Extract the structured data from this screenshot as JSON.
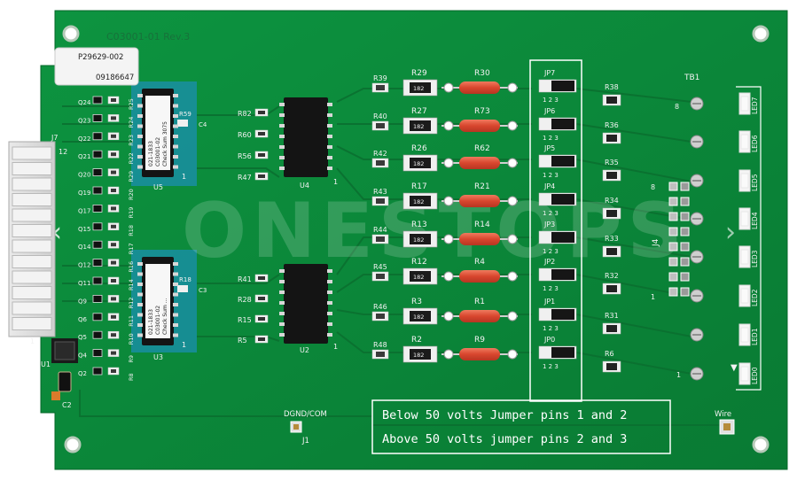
{
  "board": {
    "revision": "C03001-01 Rev.3",
    "part_label_top": "P29629-002",
    "part_label_bottom": "09186647",
    "watermark": "ONESTOPS",
    "connector_label": "J7",
    "connector_pin_12": "12",
    "connector_pin_1": "1",
    "terminal_label": "TB1",
    "dgnd_label": "DGND/COM",
    "j1_label": "J1",
    "wire_label": "Wire",
    "u1_label": "U1",
    "c2_label": "C2",
    "j4_label": "J4",
    "j4_pin_8": "8",
    "j4_pin_1": "1",
    "tb_pin_8": "8",
    "tb_pin_1": "1"
  },
  "chips": {
    "u5": {
      "ref": "U5",
      "line1": "021-1833",
      "line2": "C03001-02",
      "line3": "Check Sum 3075"
    },
    "u3": {
      "ref": "U3",
      "line1": "021-1833",
      "line2": "C03001-02",
      "line3": "Check Sum ..."
    },
    "u4": {
      "ref": "U4"
    },
    "u2": {
      "ref": "U2"
    }
  },
  "note": {
    "line1": "Below 50 volts Jumper pins 1 and 2",
    "line2": "Above 50 volts jumper pins 2 and 3"
  },
  "left_refs": [
    "Q24",
    "Q23",
    "Q22",
    "Q21",
    "Q20",
    "Q19",
    "Q17",
    "Q15",
    "Q14",
    "Q12",
    "Q11",
    "Q9",
    "Q6",
    "Q5",
    "Q4",
    "Q2"
  ],
  "mid_refs": [
    "R25",
    "R24",
    "R23",
    "R22",
    "R29",
    "R20",
    "R19",
    "R18",
    "R17",
    "R16",
    "R14",
    "R12",
    "R11",
    "R10",
    "R9",
    "R8"
  ],
  "chip_res": {
    "u5": "R59",
    "u5_cap": "C4",
    "u3": "R18",
    "u3_cap": "C3"
  },
  "u4_inputs": [
    "R82",
    "R60",
    "R56",
    "R47"
  ],
  "u2_inputs": [
    "R41",
    "R28",
    "R15",
    "R5"
  ],
  "rows": [
    {
      "small": "R39",
      "smd": "R29",
      "smd_val": "182",
      "axial": "R30",
      "jumper": "JP7",
      "right": "R38",
      "led": "LED7"
    },
    {
      "small": "R40",
      "smd": "R27",
      "smd_val": "182",
      "axial": "R73",
      "jumper": "JP6",
      "right": "R36",
      "led": "LED6"
    },
    {
      "small": "R42",
      "smd": "R26",
      "smd_val": "182",
      "axial": "R62",
      "jumper": "JP5",
      "right": "R35",
      "led": "LED5"
    },
    {
      "small": "R43",
      "smd": "R17",
      "smd_val": "182",
      "axial": "R21",
      "jumper": "JP4",
      "right": "R34",
      "led": "LED4"
    },
    {
      "small": "R44",
      "smd": "R13",
      "smd_val": "182",
      "axial": "R14",
      "jumper": "JP3",
      "right": "R33",
      "led": "LED3"
    },
    {
      "small": "R45",
      "smd": "R12",
      "smd_val": "182",
      "axial": "R4",
      "jumper": "JP2",
      "right": "R32",
      "led": "LED2"
    },
    {
      "small": "R46",
      "smd": "R3",
      "smd_val": "182",
      "axial": "R1",
      "jumper": "JP1",
      "right": "R31",
      "led": "LED1"
    },
    {
      "small": "R48",
      "smd": "R2",
      "smd_val": "182",
      "axial": "R9",
      "jumper": "JP0",
      "right": "R6",
      "led": "LED0"
    }
  ],
  "jumper_pins": "1 2 3",
  "colors": {
    "pcb": "#0b8a3a",
    "silk": "#f2f2f2",
    "resistor_body": "#e0533a",
    "bg": "#ffffff"
  }
}
